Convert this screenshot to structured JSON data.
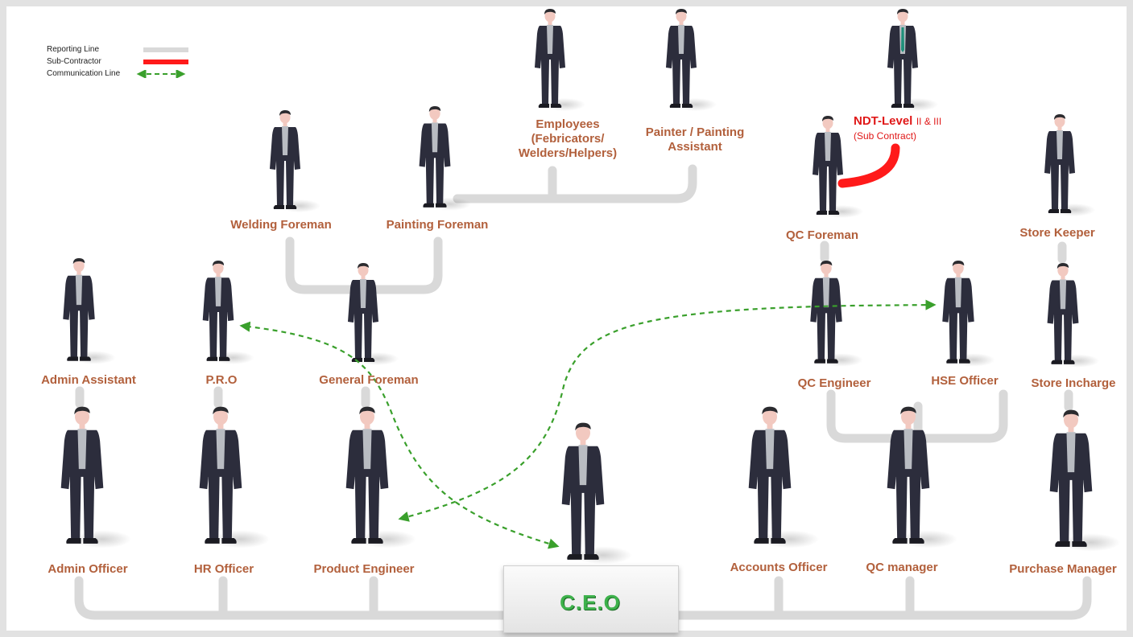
{
  "legend": {
    "reporting_line": "Reporting Line",
    "sub_contractor": "Sub-Contractor",
    "communication_line": "Communication Line",
    "colors": {
      "reporting": "#d9d9d9",
      "sub_contractor": "#ff1a1a",
      "communication": "#3aa02c"
    }
  },
  "ceo": {
    "label": "C.E.O"
  },
  "ndt": {
    "title": "NDT-Level",
    "levels": "II & III",
    "note": "(Sub Contract)"
  },
  "colors": {
    "label": "#b2603c",
    "ceo_text": "#3db14b",
    "suit": "#2c2d3c"
  },
  "roles": [
    {
      "id": "employees",
      "label": "Employees\n(Febricators/\nWelders/Helpers)"
    },
    {
      "id": "painter",
      "label": "Painter / Painting\nAssistant"
    },
    {
      "id": "welding-foreman",
      "label": "Welding Foreman"
    },
    {
      "id": "painting-foreman",
      "label": "Painting Foreman"
    },
    {
      "id": "qc-foreman",
      "label": "QC Foreman"
    },
    {
      "id": "store-keeper",
      "label": "Store Keeper"
    },
    {
      "id": "admin-assistant",
      "label": "Admin Assistant"
    },
    {
      "id": "pro",
      "label": "P.R.O"
    },
    {
      "id": "general-foreman",
      "label": "General Foreman"
    },
    {
      "id": "qc-engineer",
      "label": "QC Engineer"
    },
    {
      "id": "hse-officer",
      "label": "HSE Officer"
    },
    {
      "id": "store-incharge",
      "label": "Store Incharge"
    },
    {
      "id": "admin-officer",
      "label": "Admin Officer"
    },
    {
      "id": "hr-officer",
      "label": "HR Officer"
    },
    {
      "id": "product-engineer",
      "label": "Product Engineer"
    },
    {
      "id": "accounts-officer",
      "label": "Accounts Officer"
    },
    {
      "id": "qc-manager",
      "label": "QC manager"
    },
    {
      "id": "purchase-manager",
      "label": "Purchase Manager"
    }
  ]
}
